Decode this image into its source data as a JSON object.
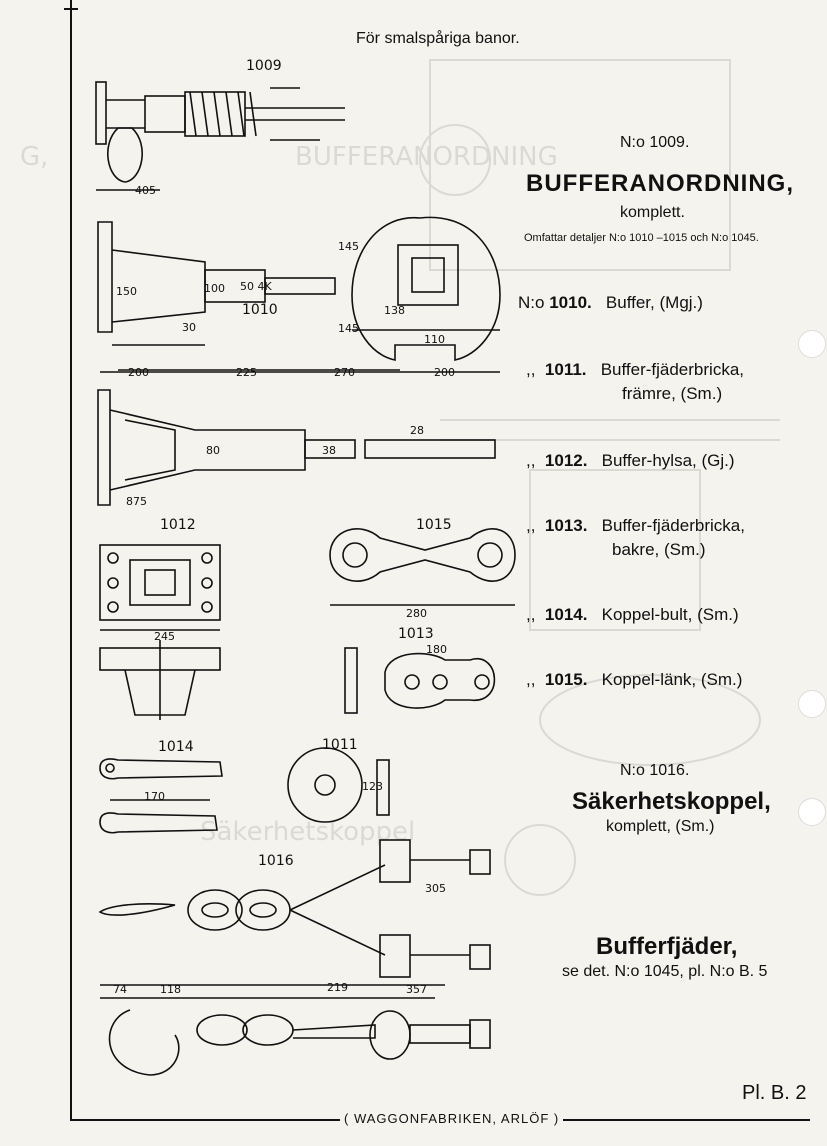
{
  "header": "För smalspåriga banor.",
  "main": {
    "no_1009": "N:o 1009.",
    "title": "BUFFERANORDNING,",
    "subtitle": "komplett.",
    "includes": "Omfattar detaljer N:o 1010 –1015 och N:o 1045."
  },
  "parts": [
    {
      "prefix": "N:o",
      "number": "1010.",
      "name": "Buffer,",
      "material": "(Mgj.)"
    },
    {
      "prefix": ",,",
      "number": "1011.",
      "name": "Buffer-fjäderbricka,",
      "material": "främre, (Sm.)"
    },
    {
      "prefix": ",,",
      "number": "1012.",
      "name": "Buffer-hylsa,",
      "material": "(Gj.)"
    },
    {
      "prefix": ",,",
      "number": "1013.",
      "name": "Buffer-fjäderbricka,",
      "material": "bakre, (Sm.)"
    },
    {
      "prefix": ",,",
      "number": "1014.",
      "name": "Koppel-bult,",
      "material": "(Sm.)"
    },
    {
      "prefix": ",,",
      "number": "1015.",
      "name": "Koppel-länk,",
      "material": "(Sm.)"
    }
  ],
  "safety": {
    "no": "N:o 1016.",
    "title": "Säkerhetskoppel,",
    "subtitle": "komplett, (Sm.)"
  },
  "spring": {
    "title": "Bufferfjäder,",
    "ref": "se det. N:o 1045, pl. N:o B. 5"
  },
  "figure_labels": {
    "f1009": "1009",
    "f1010": "1010",
    "f1012": "1012",
    "f1015": "1015",
    "f1013": "1013",
    "f1014": "1014",
    "f1011": "1011",
    "f1016": "1016"
  },
  "dimensions": {
    "d405": "405",
    "d150": "150",
    "d30": "30",
    "d100": "100",
    "d50_4k": "50 4K",
    "d145a": "145",
    "d145b": "145",
    "d138": "138",
    "d110": "110",
    "d200a": "200",
    "d225": "225",
    "d270": "270",
    "d200b": "200",
    "d875": "875",
    "d80": "80",
    "d38": "38",
    "d28": "28",
    "d245": "245",
    "d280": "280",
    "d180": "180",
    "d123": "123",
    "d170": "170",
    "d305": "305",
    "d219": "219",
    "d357": "357",
    "d74": "74",
    "d118": "118"
  },
  "footer": "( WAGGONFABRIKEN, ARLÖF )",
  "plate": "Pl. B. 2"
}
